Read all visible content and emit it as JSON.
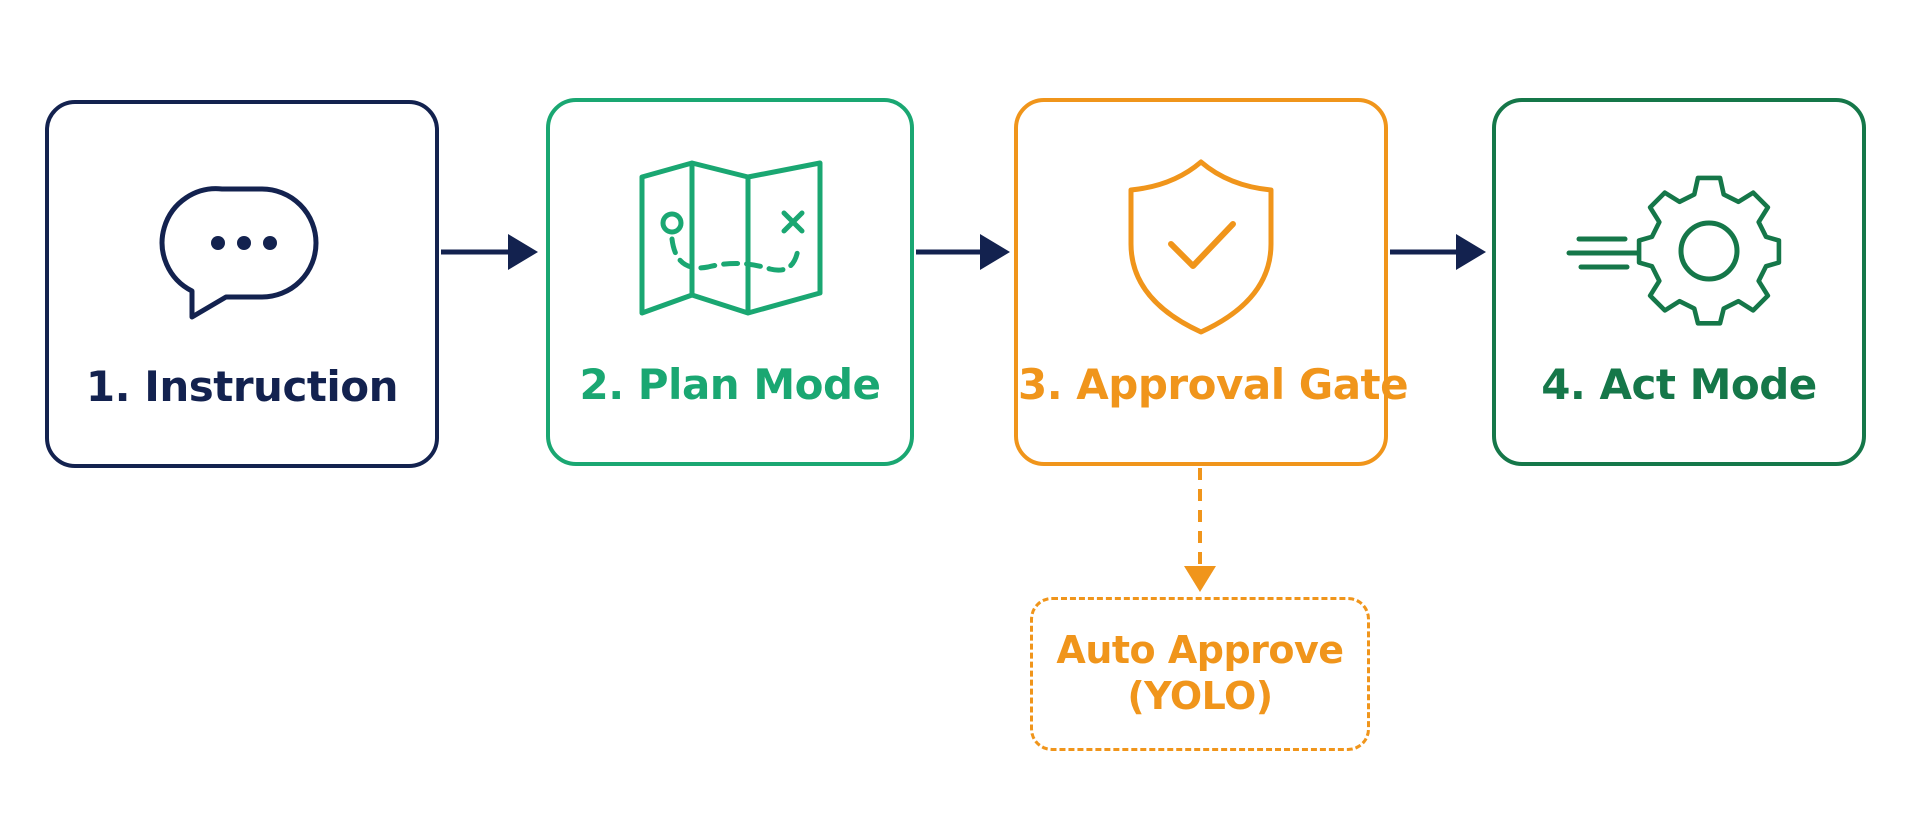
{
  "steps": [
    {
      "label": "1. Instruction",
      "icon": "chat-bubble-icon",
      "color": "#13224f"
    },
    {
      "label": "2. Plan Mode",
      "icon": "map-icon",
      "color": "#1aa772"
    },
    {
      "label": "3. Approval Gate",
      "icon": "shield-check-icon",
      "color": "#f0951b"
    },
    {
      "label": "4. Act Mode",
      "icon": "gear-motion-icon",
      "color": "#157749"
    }
  ],
  "auto_approve": {
    "line1": "Auto Approve",
    "line2": "(YOLO)",
    "color": "#f0951b"
  },
  "connector_color": "#13224f"
}
